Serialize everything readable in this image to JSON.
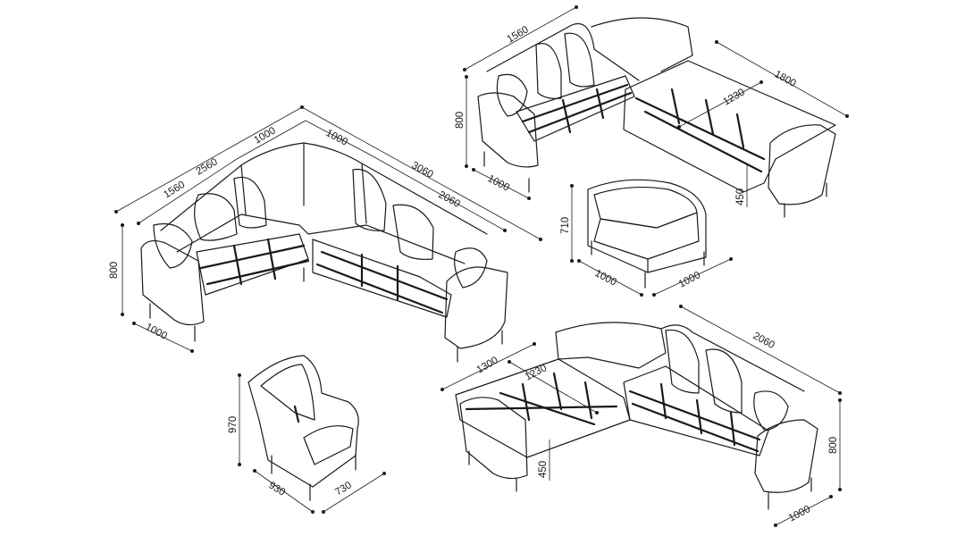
{
  "drawing": {
    "corner_sofa_large": {
      "overall": "2560",
      "left_sofa": "1560",
      "corner_1": "1000",
      "corner_2": "1000",
      "diagonal": "3060",
      "right_sofa": "2060",
      "height": "800",
      "depth": "1000"
    },
    "corner_sofa_bed_top": {
      "sofa_width": "1560",
      "height": "800",
      "depth": "1000",
      "bed_length": "1800",
      "bed_inner": "1230",
      "seat_height": "450"
    },
    "corner_module": {
      "height": "710",
      "width_1": "1000",
      "width_2": "1000"
    },
    "armchair": {
      "height": "970",
      "width": "930",
      "depth": "730"
    },
    "corner_sofa_bed_bottom": {
      "bed_width": "1300",
      "bed_inner": "1230",
      "seat_height": "450",
      "sofa_width": "2060",
      "height": "800",
      "depth": "1000"
    }
  }
}
